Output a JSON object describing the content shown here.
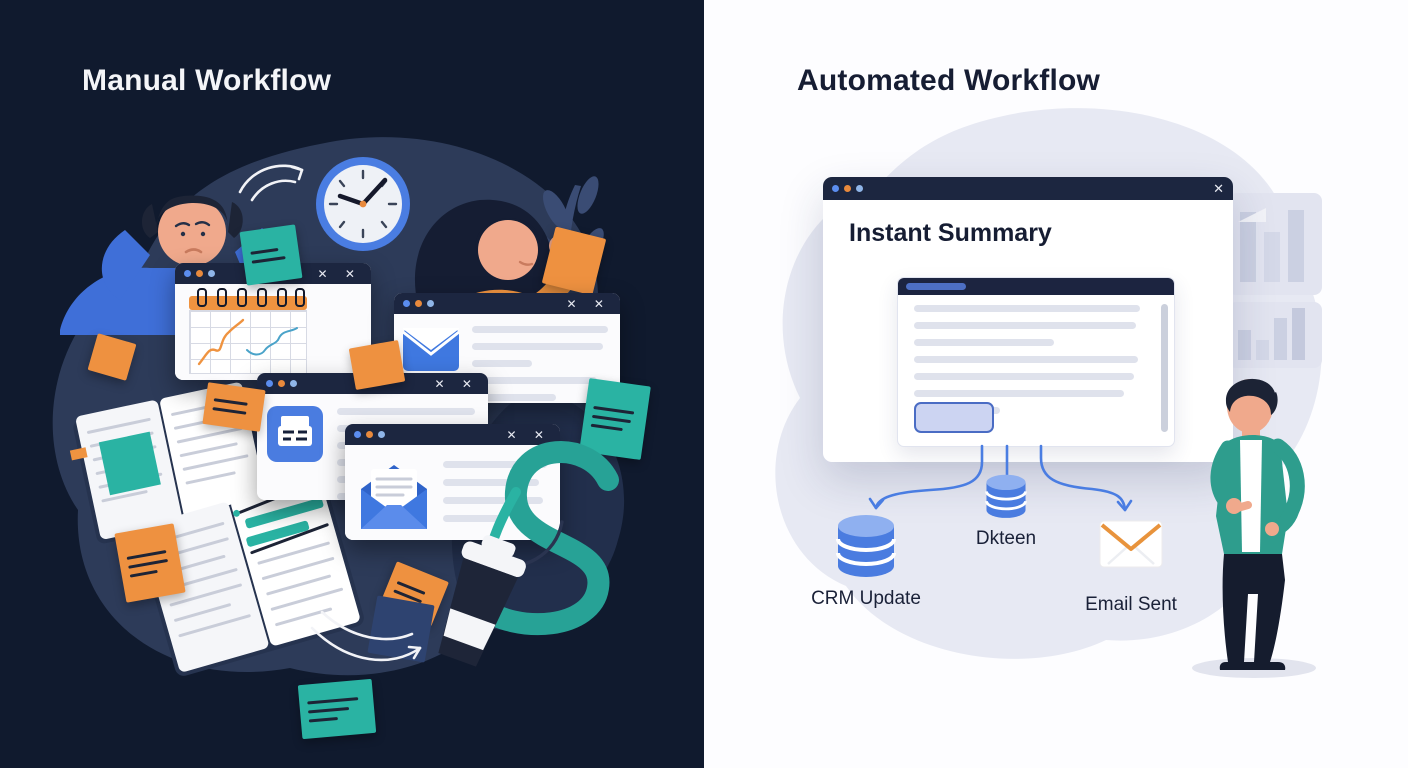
{
  "left": {
    "title": "Manual Workflow",
    "windows": {
      "calendar": {
        "close": "✕ ✕"
      },
      "email_top": {
        "close": "✕ ✕"
      },
      "document": {
        "close": "✕ ✕"
      },
      "email_bottom": {
        "close": "✕ ✕"
      }
    },
    "icons": [
      "clock-icon",
      "calendar-icon",
      "envelope-icon",
      "printer-icon",
      "open-envelope-icon",
      "notebook",
      "sticky-note",
      "coffee-cup",
      "pen"
    ]
  },
  "right": {
    "title": "Automated Workflow",
    "summary_window": {
      "title": "Instant Summary",
      "close": "✕"
    },
    "flow_nodes": [
      {
        "label": "CRM Update",
        "icon": "database-icon"
      },
      {
        "label": "Dkteen",
        "icon": "database-icon"
      },
      {
        "label": "Email Sent",
        "icon": "envelope-icon"
      }
    ]
  },
  "colors": {
    "left_background": "#101a2e",
    "left_blob": "#2d3b59",
    "right_background": "#fdfdff",
    "right_blob": "#e7e9f3",
    "titlebar": "#1c2640",
    "dot_blue": "#5b8def",
    "dot_orange": "#e8893c",
    "dot_lightblue": "#8fb5e8",
    "accent_blue": "#4a7de2",
    "accent_orange": "#ef9340",
    "accent_teal": "#2ab3a3",
    "skin": "#f0a98c",
    "text_dark": "#161d33",
    "text_light": "#f4f5f8"
  }
}
